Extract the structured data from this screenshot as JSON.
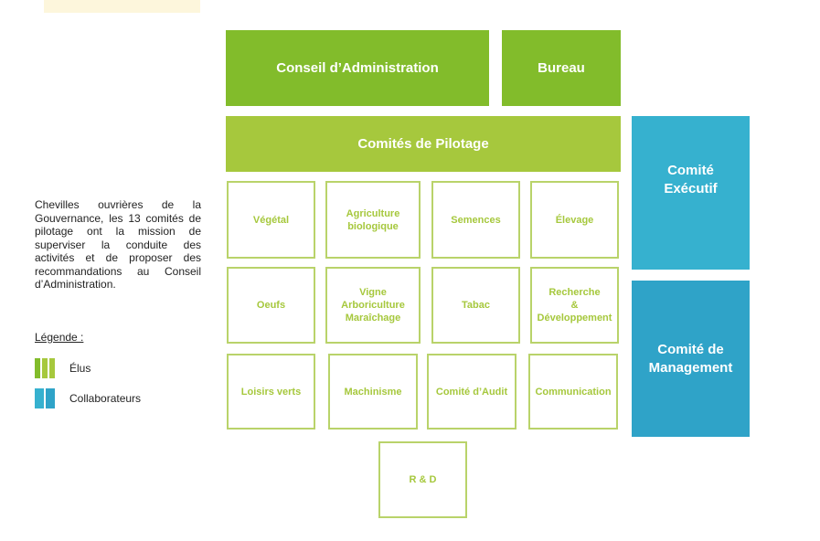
{
  "description": "Chevilles ouvrières de la Gouvernance, les 13 comités de pilotage ont la mission de superviser la conduite des activités et de proposer des recommandations au Conseil d’Administration.",
  "legend": {
    "title": "Légende :",
    "items": [
      {
        "label": "Élus",
        "colors": [
          "#82bc2b",
          "#a6c83d",
          "#a6c83d"
        ]
      },
      {
        "label": "Collaborateurs",
        "colors": [
          "#36b1cf",
          "#2fa3c8"
        ]
      }
    ]
  },
  "top": {
    "conseil": "Conseil d’Administration",
    "bureau": "Bureau"
  },
  "pilotage": "Comités de Pilotage",
  "executif": "Comité\nExécutif",
  "management": "Comité de\nManagement",
  "committees": [
    "Végétal",
    "Agriculture\nbiologique",
    "Semences",
    "Élevage",
    "Oeufs",
    "Vigne\nArboriculture\nMaraîchage",
    "Tabac",
    "Recherche\n&\nDéveloppement",
    "Loisirs verts",
    "Machinisme",
    "Comité d’Audit",
    "Communication",
    "R & D"
  ],
  "colors": {
    "dark_green": "#82bc2b",
    "light_green": "#a6c83d",
    "box_border": "#b9d36a",
    "teal": "#36b1cf",
    "teal_dark": "#2fa3c8"
  }
}
